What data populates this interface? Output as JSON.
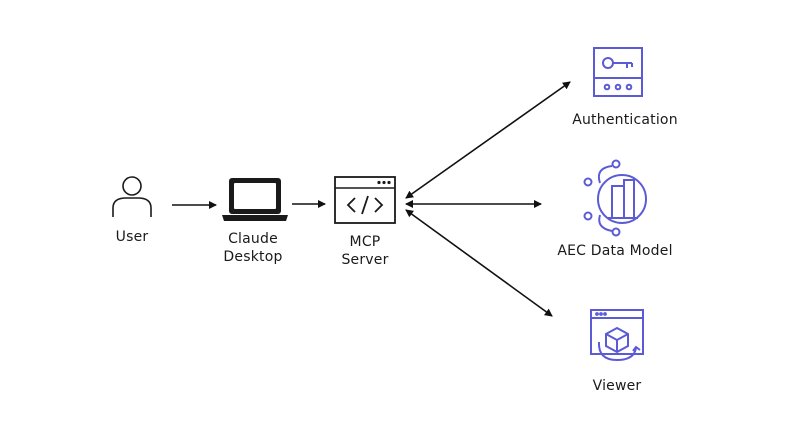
{
  "nodes": {
    "user": {
      "label": "User",
      "icon": "user-icon"
    },
    "claude_desktop": {
      "label_line1": "Claude",
      "label_line2": "Desktop",
      "icon": "laptop-icon"
    },
    "mcp_server": {
      "label_line1": "MCP",
      "label_line2": "Server",
      "icon": "code-window-icon"
    },
    "authentication": {
      "label": "Authentication",
      "icon": "key-panel-icon"
    },
    "aec_data_model": {
      "label": "AEC Data Model",
      "icon": "building-data-icon"
    },
    "viewer": {
      "label": "Viewer",
      "icon": "cube-viewer-icon"
    }
  },
  "edges": [
    {
      "from": "User",
      "to": "Claude Desktop",
      "direction": "one-way"
    },
    {
      "from": "Claude Desktop",
      "to": "MCP Server",
      "direction": "one-way"
    },
    {
      "from": "MCP Server",
      "to": "Authentication",
      "direction": "two-way"
    },
    {
      "from": "MCP Server",
      "to": "AEC Data Model",
      "direction": "two-way"
    },
    {
      "from": "MCP Server",
      "to": "Viewer",
      "direction": "two-way"
    }
  ],
  "colors": {
    "icon_dark": "#1a1a1a",
    "icon_accent": "#5b5bd6",
    "arrow": "#111111",
    "background": "#ffffff"
  }
}
